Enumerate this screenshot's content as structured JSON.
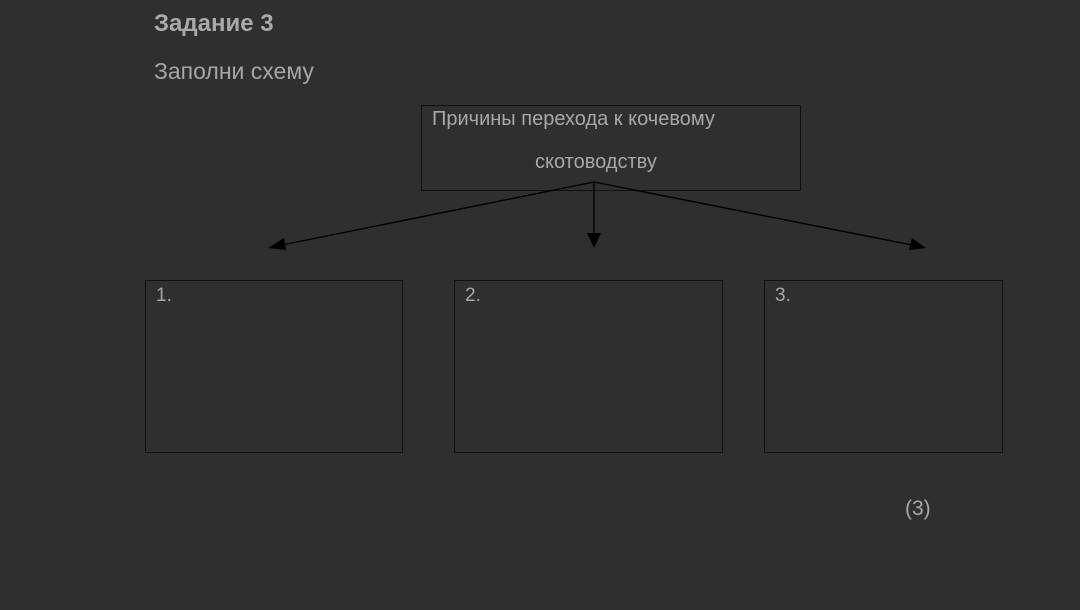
{
  "task": {
    "title": "Задание 3",
    "instruction": "Заполни схему"
  },
  "diagram": {
    "center_line1": "Причины перехода к кочевому",
    "center_line2": "скотоводству",
    "boxes": [
      {
        "label": "1."
      },
      {
        "label": "2."
      },
      {
        "label": "3."
      }
    ]
  },
  "score": "(3)",
  "colors": {
    "background": "#2f2f2f",
    "text": "#a8a8a8",
    "lines": "#111111"
  }
}
